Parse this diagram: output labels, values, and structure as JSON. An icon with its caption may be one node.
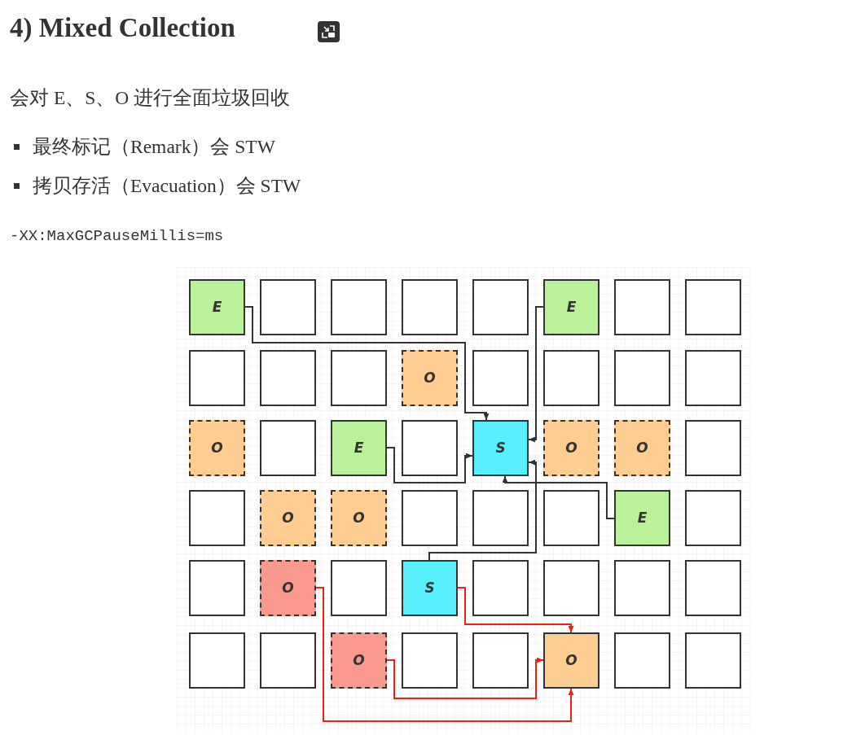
{
  "diagram": {
    "title": "4) Mixed Collection",
    "nodes": [
      {
        "text": [
          "E"
        ]
      },
      {
        "text": [],
        "shape": "box"
      },
      {
        "text": [],
        "shape": "box"
      },
      {
        "text": [],
        "shape": "box"
      },
      {
        "text": [],
        "shape": "box"
      },
      {
        "text": [
          "E"
        ]
      },
      {
        "text": [],
        "shape": "box"
      },
      {
        "text": [],
        "shape": "box"
      },
      {
        "text": [],
        "shape": "box"
      },
      {
        "text": [],
        "shape": "box"
      },
      {
        "text": [],
        "shape": "box"
      },
      {
        "text": [
          "O"
        ]
      },
      {
        "text": [],
        "shape": "box"
      },
      {
        "text": [],
        "shape": "box"
      },
      {
        "text": [],
        "shape": "box"
      },
      {
        "text": [],
        "shape": "box"
      },
      {
        "text": [
          "O"
        ]
      },
      {
        "text": [],
        "shape": "box"
      },
      {
        "text": [
          "E"
        ]
      },
      {
        "text": [],
        "shape": "box"
      },
      {
        "text": [
          "S"
        ]
      },
      {
        "text": [
          "O"
        ]
      },
      {
        "text": [
          "O"
        ]
      },
      {
        "text": [],
        "shape": "box"
      },
      {
        "text": [],
        "shape": "box"
      },
      {
        "text": [
          "O"
        ]
      },
      {
        "text": [
          "O"
        ]
      },
      {
        "text": [],
        "shape": "box"
      },
      {
        "text": [],
        "shape": "box"
      },
      {
        "text": [],
        "shape": "box"
      },
      {
        "text": [
          "E"
        ]
      },
      {
        "text": [],
        "shape": "box"
      },
      {
        "text": [],
        "shape": "box"
      },
      {
        "text": [
          "O"
        ]
      },
      {
        "text": [],
        "shape": "box"
      },
      {
        "text": [
          "S"
        ]
      },
      {
        "text": [],
        "shape": "box"
      },
      {
        "text": [],
        "shape": "box"
      },
      {
        "text": [],
        "shape": "box"
      },
      {
        "text": [],
        "shape": "box"
      },
      {
        "text": [],
        "shape": "box"
      },
      {
        "text": [],
        "shape": "box"
      },
      {
        "text": [
          "O"
        ]
      },
      {
        "text": [],
        "shape": "box"
      },
      {
        "text": [],
        "shape": "box"
      },
      {
        "text": [
          "O"
        ]
      },
      {
        "text": [],
        "shape": "box"
      },
      {
        "text": [],
        "shape": "box"
      }
    ],
    "edges": [
      {
        "from": 0,
        "to": 20,
        "arrow": "to"
      },
      {
        "from": 5,
        "to": 20,
        "arrow": "to"
      },
      {
        "from": 18,
        "to": 20,
        "arrow": "to"
      },
      {
        "from": 35,
        "to": 20,
        "arrow": "to"
      },
      {
        "from": 30,
        "to": 20,
        "arrow": "to"
      },
      {
        "from": 35,
        "to": 45,
        "arrow": "to",
        "color": "#ee2211"
      },
      {
        "from": 42,
        "to": 45,
        "arrow": "to",
        "color": "#ee2211"
      },
      {
        "from": 33,
        "to": 45,
        "arrow": "to",
        "color": "#ee2211"
      }
    ],
    "labels": [
      "会对 E、S、O 进行全面垃圾回收",
      "最终标记（Remark）会 STW",
      "拷贝存活（Evacuation）会 STW",
      "-XX:MaxGCPauseMillis=ms"
    ]
  }
}
